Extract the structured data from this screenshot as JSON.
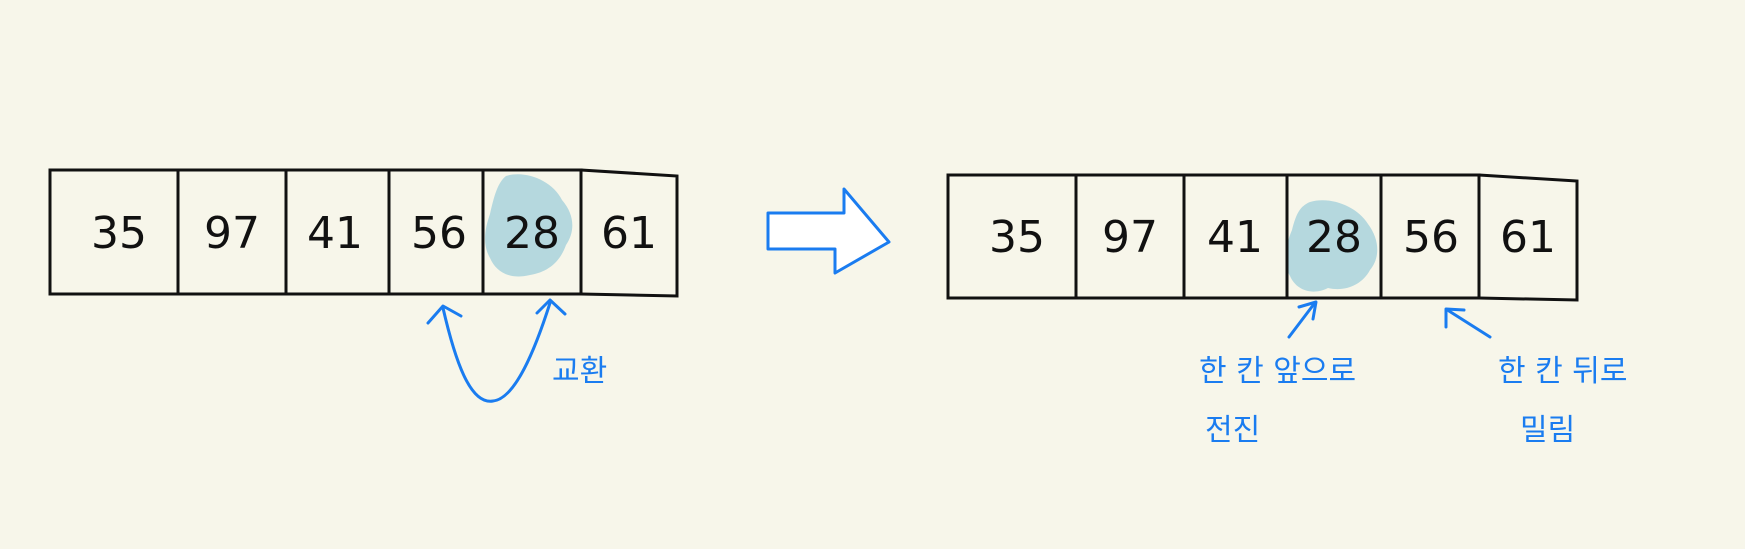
{
  "before": {
    "cells": [
      "35",
      "97",
      "41",
      "56",
      "28",
      "61"
    ],
    "swap_label": "교환"
  },
  "after": {
    "cells": [
      "35",
      "97",
      "41",
      "28",
      "56",
      "61"
    ],
    "forward_label_line1": "한 칸 앞으로",
    "forward_label_line2": "전진",
    "backward_label_line1": "한 칸 뒤로",
    "backward_label_line2": "밀림"
  },
  "colors": {
    "background": "#f7f6ea",
    "ink": "#111111",
    "annotation": "#1a7cf0",
    "highlight": "#a9d2dc"
  }
}
